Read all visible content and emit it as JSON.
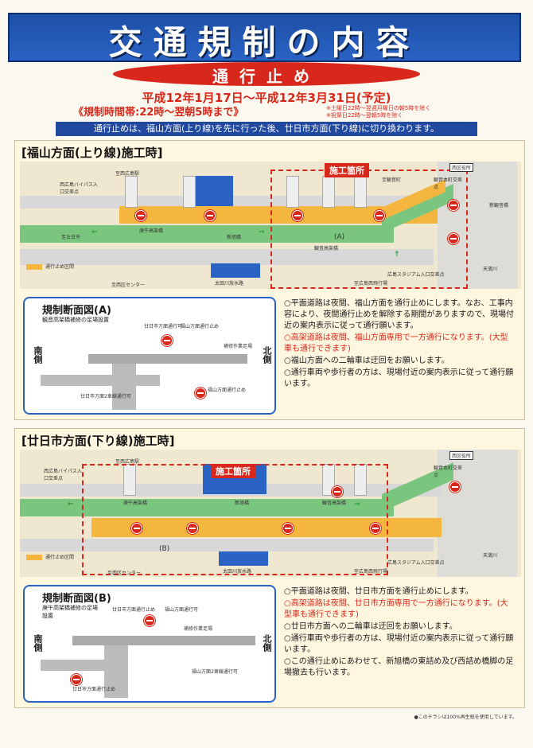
{
  "title": "交通規制の内容",
  "subtitle": "通行止め",
  "period": "平成12年1月17日〜平成12年3月31日(予定)",
  "hours": "《規制時間帯:22時〜翌朝5時まで》",
  "period_notes": [
    "※土曜日22時〜翌週月曜日の朝5時を除く",
    "※祝祭日22時〜翌朝5時を除く"
  ],
  "info": "通行止めは、福山方面(上り線)を先に行った後、廿日市方面(下り線)に切り換わります。",
  "panel_a": {
    "title": "[福山方面(上り線)施工時]",
    "worksite": "施工箇所",
    "section_label": "(A)",
    "place_labels": [
      "西区役所",
      "至西広島駅",
      "西広島バイパス入口交差点",
      "観音本町交差点",
      "新観音橋",
      "天満川",
      "至観音町",
      "広島スタジアム入口交差点",
      "至広島西飛行場",
      "至西区センター",
      "太田川放水路",
      "観音高架橋",
      "新旭橋",
      "庚午高架橋",
      "至五日市"
    ],
    "legend": "通行止め区間",
    "cross_title": "規制断面図(A)",
    "cross_sub": "観音高架橋補修の足場設置",
    "cross_labels": [
      "廿日市方面通行可",
      "福山方面通行止め",
      "補修作業足場",
      "廿日市方面2車線通行可",
      "福山方面通行止め"
    ],
    "south": "南側",
    "north": "北側",
    "notes": [
      {
        "text": "○平面道路は夜間、福山方面を通行止めにします。なお、工事内容により、夜間通行止めを解除する期間がありますので、現場付近の案内表示に従って通行願います。",
        "red": false
      },
      {
        "text": "○高架道路は夜間、福山方面専用で一方通行になります。(大型車も通行できます)",
        "red": true
      },
      {
        "text": "○福山方面への二輪車は迂回をお願いします。",
        "red": false
      },
      {
        "text": "○通行車両や歩行者の方は、現場付近の案内表示に従って通行願います。",
        "red": false
      }
    ]
  },
  "panel_b": {
    "title": "[廿日市方面(下り線)施工時]",
    "worksite": "施工箇所",
    "section_label": "(B)",
    "place_labels": [
      "西区役所",
      "至西広島駅",
      "西広島バイパス入口交差点",
      "観音本町交差点",
      "天満川",
      "広島スタジアム入口交差点",
      "至広島西飛行場",
      "至西区センター",
      "太田川放水路",
      "観音高架橋",
      "新旭橋",
      "庚午高架橋"
    ],
    "legend": "通行止め区間",
    "cross_title": "規制断面図(B)",
    "cross_sub": "庚午高架橋補修の足場設置",
    "cross_labels": [
      "廿日市方面通行止め",
      "福山方面通行可",
      "補修作業足場",
      "廿日市方面通行止め",
      "福山方面2車線通行可"
    ],
    "south": "南側",
    "north": "北側",
    "notes": [
      {
        "text": "○平面道路は夜間、廿日市方面を通行止めにします。",
        "red": false
      },
      {
        "text": "○高架道路は夜間、廿日市方面専用で一方通行になります。(大型車も通行できます)",
        "red": true
      },
      {
        "text": "○廿日市方面への二輪車は迂回をお願いします。",
        "red": false
      },
      {
        "text": "○通行車両や歩行者の方は、現場付近の案内表示に従って通行願います。",
        "red": false
      },
      {
        "text": "○この通行止めにあわせて、新旭橋の東詰め及び西詰め橋脚の足場撤去も行います。",
        "red": false
      }
    ]
  },
  "footer": "●このチラシは100%再生紙を使用しています。",
  "colors": {
    "accent_blue": "#1d4fa6",
    "stop_red": "#d8281b",
    "closure_orange": "#f4b63f",
    "road_green": "#7bc67e",
    "panel_bg": "#fff6df"
  }
}
